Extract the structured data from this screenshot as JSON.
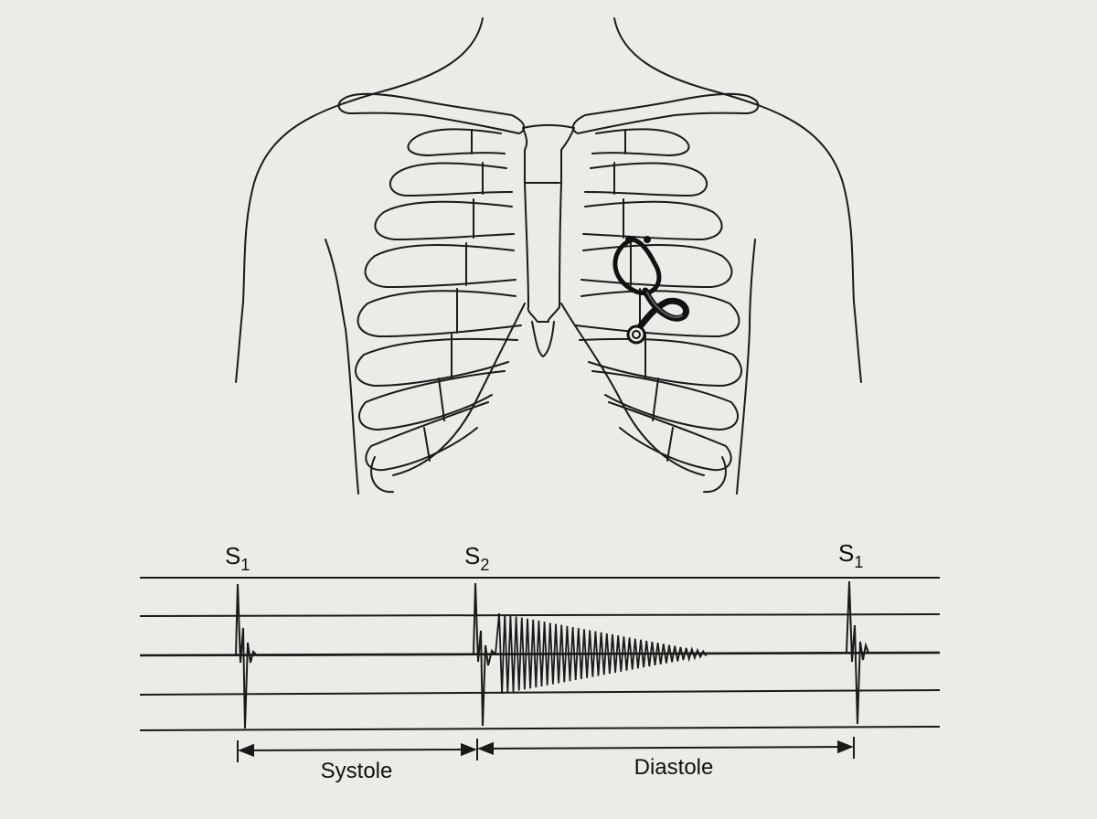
{
  "colors": {
    "paper": "#ecebe7",
    "ink": "#1a1a1a",
    "tube": "#111111",
    "tube_highlight": "#5b5b5b"
  },
  "icons": {
    "stethoscope": "stethoscope-icon"
  },
  "labels": {
    "s1_left": "S",
    "s1_left_sub": "1",
    "s2": "S",
    "s2_sub": "2",
    "s1_right": "S",
    "s1_right_sub": "1",
    "systole": "Systole",
    "diastole": "Diastole"
  }
}
